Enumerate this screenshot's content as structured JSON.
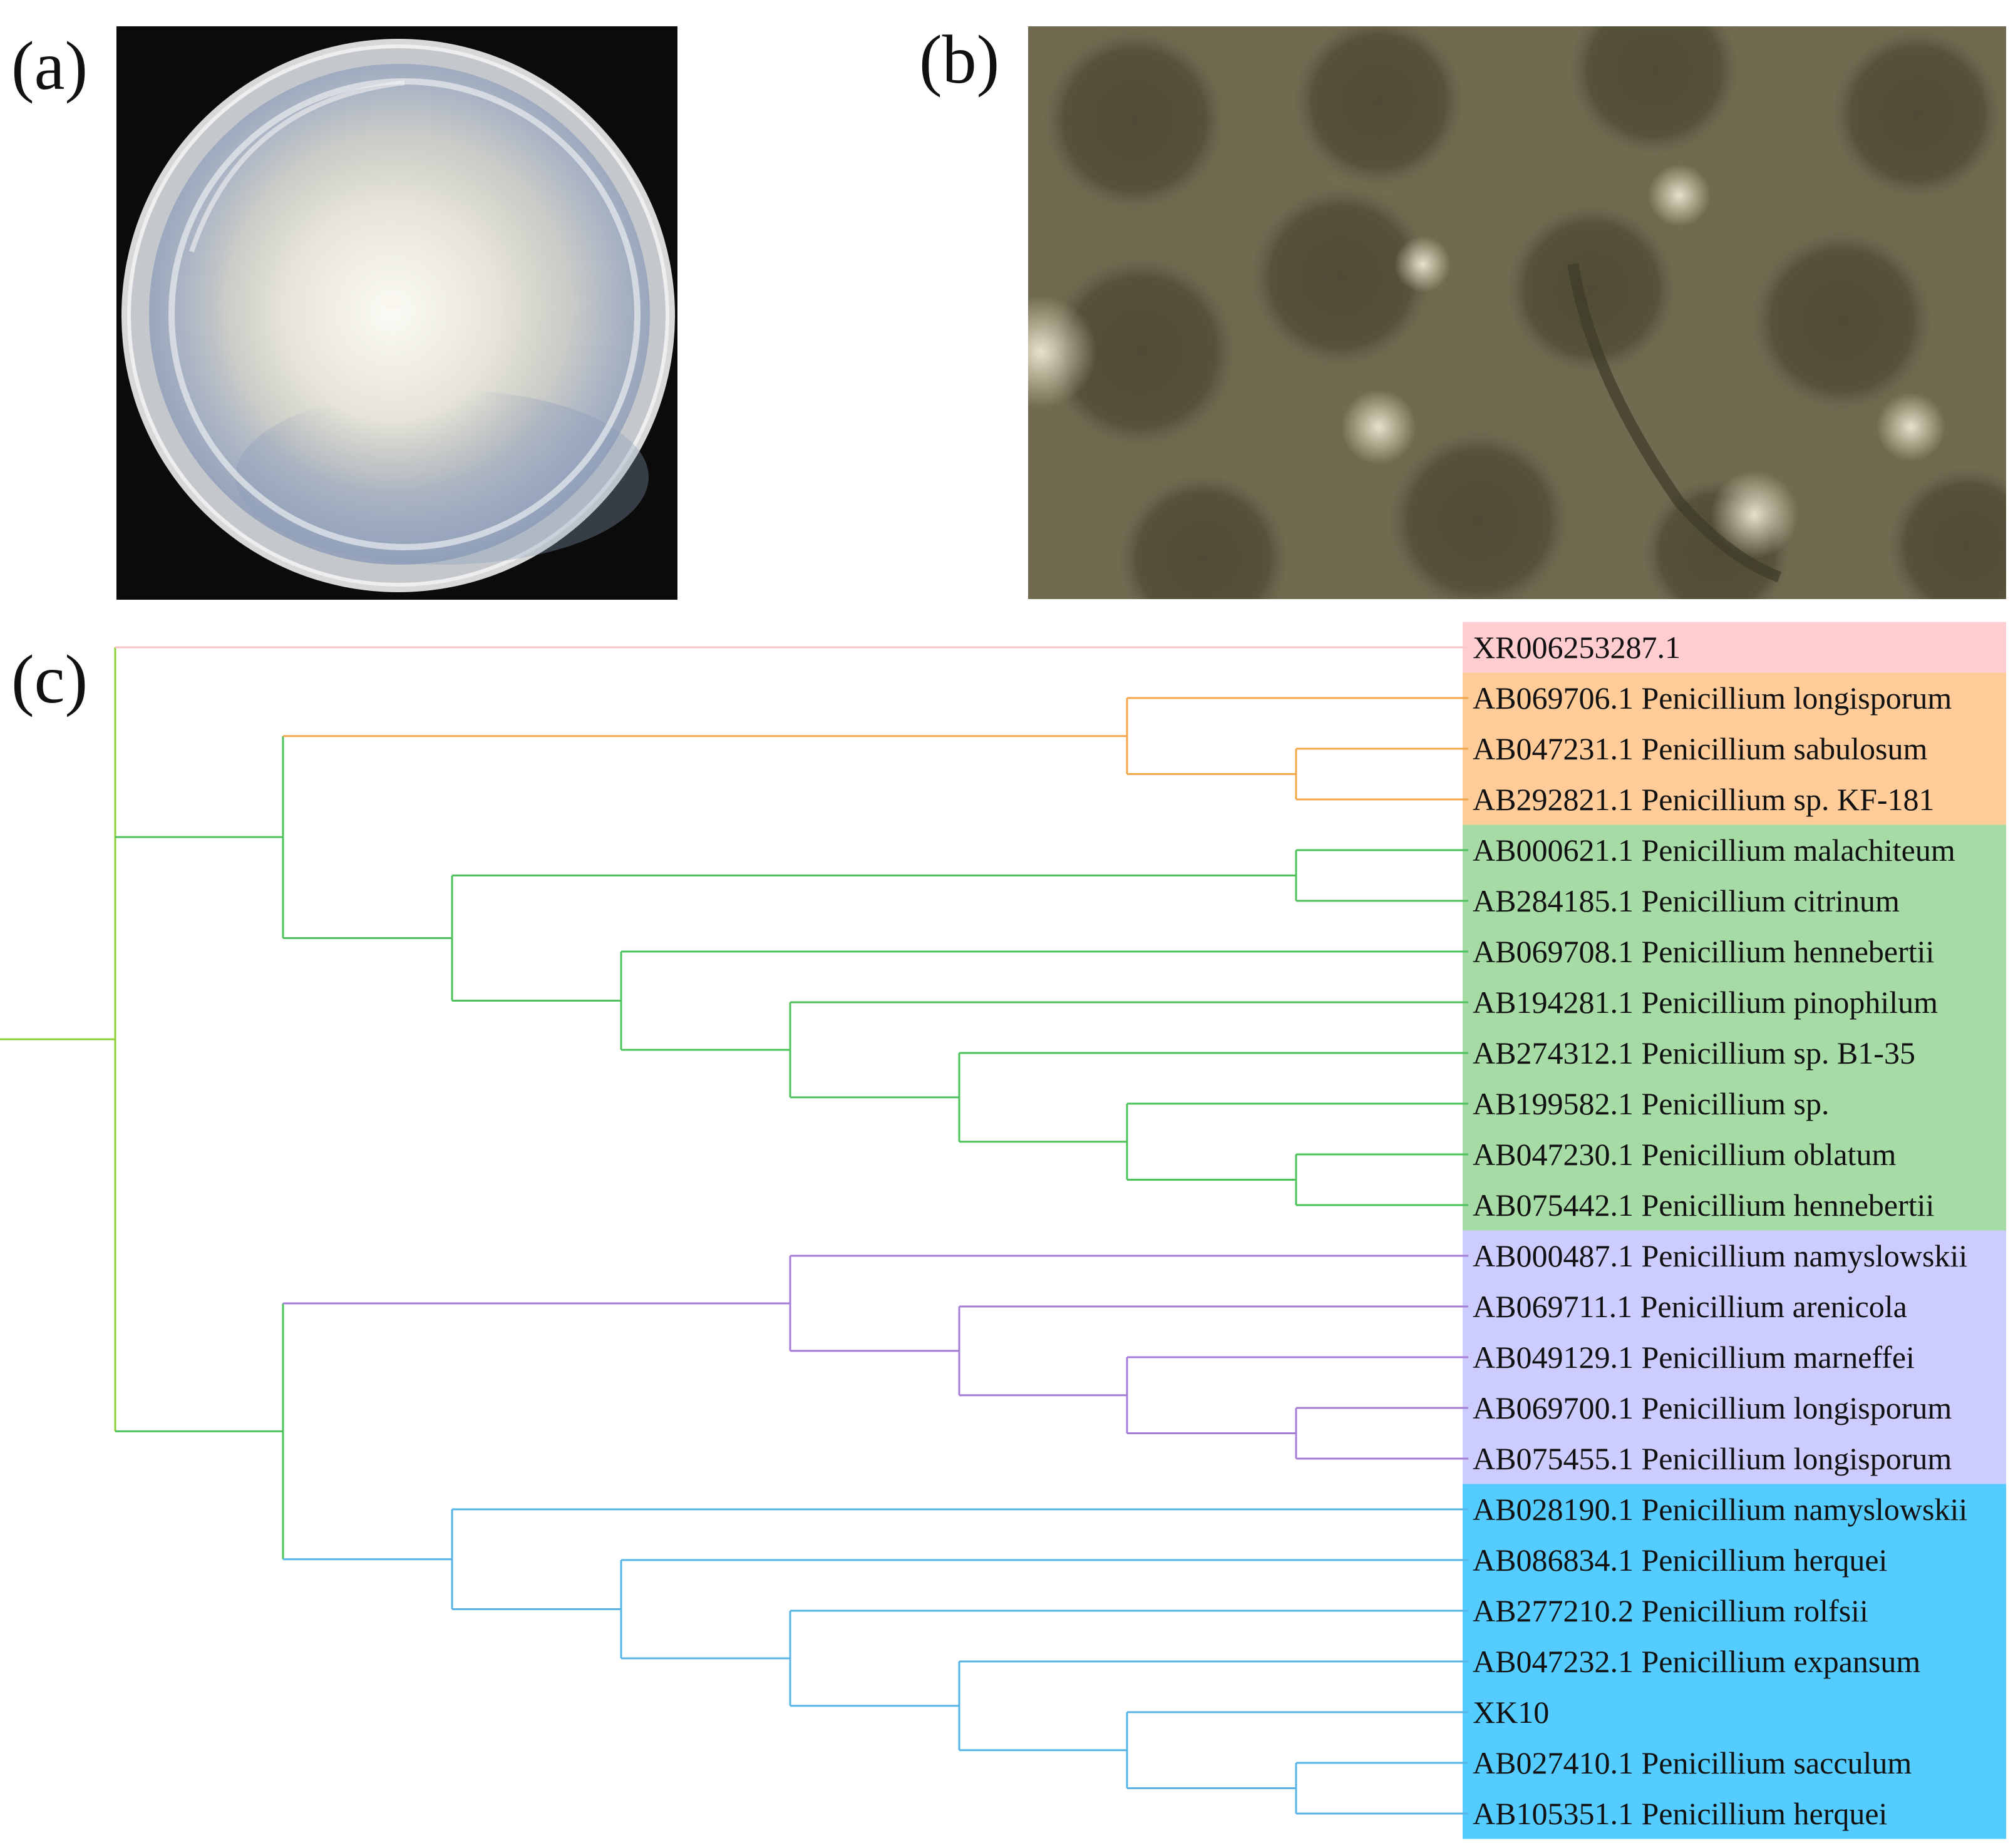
{
  "panels": {
    "a": {
      "label": "(a)"
    },
    "b": {
      "label": "(b)"
    },
    "c": {
      "label": "(c)"
    }
  },
  "tree": {
    "colors": {
      "root": "#8bd13a",
      "outgroup_line": "#f7c6c6",
      "orange_line": "#f4a64a",
      "green_line": "#4ec25a",
      "purple_line": "#a47dd6",
      "blue_line": "#56b4e6",
      "pink_bg": "#ffccd0",
      "orange_bg": "#ffcc99",
      "green_bg": "#a6dba6",
      "purple_bg": "#ccccff",
      "blue_bg": "#55ccff"
    },
    "leaves": [
      {
        "label": "XR006253287.1",
        "group": "pink"
      },
      {
        "label": "AB069706.1 Penicillium longisporum",
        "group": "orange"
      },
      {
        "label": "AB047231.1 Penicillium sabulosum",
        "group": "orange"
      },
      {
        "label": "AB292821.1 Penicillium sp. KF-181",
        "group": "orange"
      },
      {
        "label": "AB000621.1 Penicillium malachiteum",
        "group": "green"
      },
      {
        "label": "AB284185.1 Penicillium citrinum",
        "group": "green"
      },
      {
        "label": "AB069708.1 Penicillium hennebertii",
        "group": "green"
      },
      {
        "label": "AB194281.1 Penicillium pinophilum",
        "group": "green"
      },
      {
        "label": "AB274312.1 Penicillium sp. B1-35",
        "group": "green"
      },
      {
        "label": "AB199582.1 Penicillium sp.",
        "group": "green"
      },
      {
        "label": "AB047230.1 Penicillium oblatum",
        "group": "green"
      },
      {
        "label": "AB075442.1 Penicillium hennebertii",
        "group": "green"
      },
      {
        "label": "AB000487.1 Penicillium namyslowskii",
        "group": "purple"
      },
      {
        "label": "AB069711.1 Penicillium arenicola",
        "group": "purple"
      },
      {
        "label": "AB049129.1 Penicillium marneffei",
        "group": "purple"
      },
      {
        "label": "AB069700.1 Penicillium longisporum",
        "group": "purple"
      },
      {
        "label": "AB075455.1 Penicillium longisporum",
        "group": "purple"
      },
      {
        "label": "AB028190.1 Penicillium namyslowskii",
        "group": "blue"
      },
      {
        "label": "AB086834.1 Penicillium herquei",
        "group": "blue"
      },
      {
        "label": "AB277210.2 Penicillium rolfsii",
        "group": "blue"
      },
      {
        "label": "AB047232.1 Penicillium expansum",
        "group": "blue"
      },
      {
        "label": "XK10",
        "group": "blue"
      },
      {
        "label": "AB027410.1 Penicillium sacculum",
        "group": "blue"
      },
      {
        "label": "AB105351.1 Penicillium herquei",
        "group": "blue"
      }
    ]
  }
}
